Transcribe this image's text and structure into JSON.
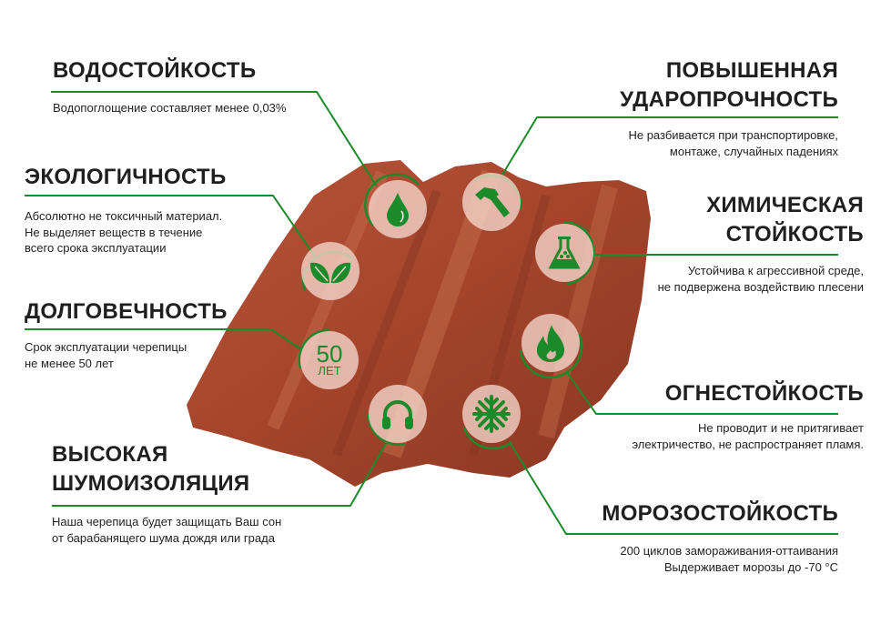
{
  "colors": {
    "accent": "#1a8a2a",
    "tile": "#a9462c"
  },
  "features": {
    "water": {
      "title": "ВОДОСТОЙКОСТЬ",
      "desc": [
        "Водопоглощение составляет менее 0,03%"
      ],
      "icon": "water-drop-icon"
    },
    "eco": {
      "title": "ЭКОЛОГИЧНОСТЬ",
      "desc": [
        "Абсолютно не токсичный материал.",
        "Не выделяет веществ в течение",
        "всего срока эксплуатации"
      ],
      "icon": "leaves-icon"
    },
    "durability": {
      "title": "ДОЛГОВЕЧНОСТЬ",
      "desc": [
        "Срок эксплуатации черепицы",
        "не менее 50 лет"
      ],
      "icon": "fifty-years-icon",
      "badge_number": "50",
      "badge_unit": "ЛЕТ"
    },
    "noise": {
      "title": [
        "ВЫСОКАЯ",
        "ШУМОИЗОЛЯЦИЯ"
      ],
      "desc": [
        "Наша черепица будет защищать Ваш сон",
        "от барабанящего шума дождя или града"
      ],
      "icon": "headphones-icon"
    },
    "impact": {
      "title": [
        "ПОВЫШЕННАЯ",
        "УДАРОПРОЧНОСТЬ"
      ],
      "desc": [
        "Не разбивается при транспортировке,",
        "монтаже, случайных падениях"
      ],
      "icon": "hammer-icon"
    },
    "chemical": {
      "title": [
        "ХИМИЧЕСКАЯ",
        "СТОЙКОСТЬ"
      ],
      "desc": [
        "Устойчива к агрессивной среде,",
        "не подвержена воздействию плесени"
      ],
      "icon": "flask-icon"
    },
    "fire": {
      "title": "ОГНЕСТОЙКОСТЬ",
      "desc": [
        "Не проводит и не притягивает",
        "электричество, не распространяет пламя."
      ],
      "icon": "flame-icon"
    },
    "frost": {
      "title": "МОРОЗОСТОЙКОСТЬ",
      "desc": [
        "200 циклов замораживания-оттаивания",
        "Выдерживает морозы до -70 °С"
      ],
      "icon": "snowflake-icon"
    }
  }
}
